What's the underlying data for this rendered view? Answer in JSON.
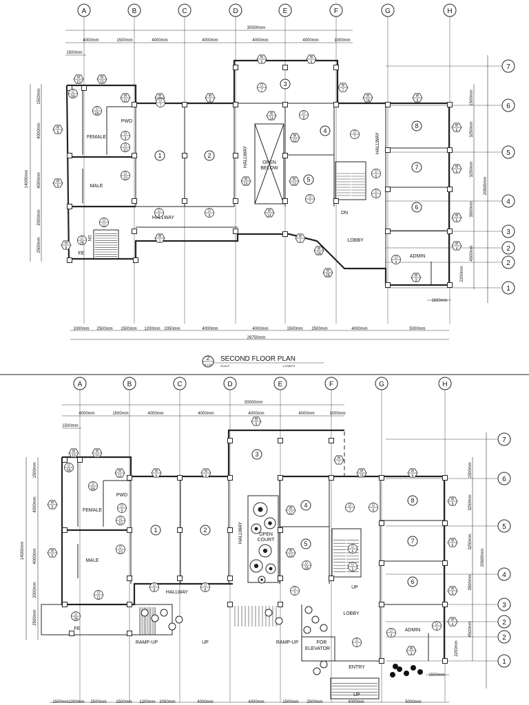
{
  "grid_columns": [
    "A",
    "B",
    "C",
    "D",
    "E",
    "F",
    "G",
    "H"
  ],
  "grid_rows": [
    "7",
    "6",
    "5",
    "4",
    "3",
    "2",
    "2",
    "1"
  ],
  "top_plan": {
    "overall_top_dimension": "30500mm",
    "top_dimensions": [
      "4000mm",
      "1500mm",
      "4000mm",
      "4000mm",
      "4000mm",
      "4000mm",
      "1000mm"
    ],
    "left_offset": "1500mm",
    "bottom_overall": "29750mm",
    "bottom_dimensions": [
      "1000mm",
      "2500mm",
      "1500mm",
      "1200mm",
      "2050mm",
      "4000mm",
      "4000mm",
      "1500mm",
      "2500mm",
      "4000mm",
      "5000mm"
    ],
    "left_vertical_total": "14000mm",
    "left_vertical_dims": [
      "1500mm",
      "4000mm",
      "4000mm",
      "2000mm",
      "2500mm"
    ],
    "right_vertical_total": "20600mm",
    "right_vertical_dims": [
      "1500mm",
      "3250mm",
      "3250mm",
      "3500mm",
      "4500mm",
      "2200mm"
    ],
    "bottom_right_dim": "1500mm",
    "rooms": [
      "1",
      "2",
      "3",
      "4",
      "5",
      "6",
      "7",
      "8"
    ],
    "labels": {
      "female": "FEMALE",
      "male": "MALE",
      "pwd": "PWD",
      "hallway": "HALLWAY",
      "hallway_vertical": "HALLWAY",
      "hallway_right": "HALLWAY",
      "open_below_1": "OPEN",
      "open_below_2": "BELOW",
      "lobby": "LOBBY",
      "admin": "ADMIN",
      "dn": "DN",
      "dn_stair": "DN",
      "fe": "FE"
    },
    "title_number": "2",
    "title_sheet": "A-102",
    "title": "SECOND FLOOR PLAN",
    "scale_label": "SCALE",
    "scale_value": "1:100MTS"
  },
  "bottom_plan": {
    "overall_top_dimension": "30500mm",
    "top_dimensions": [
      "4000mm",
      "1500mm",
      "4000mm",
      "4000mm",
      "4000mm",
      "4000mm",
      "1000mm"
    ],
    "left_offset": "1500mm",
    "left_vertical_total": "14000mm",
    "left_vertical_dims": [
      "1500mm",
      "4000mm",
      "4000mm",
      "2000mm",
      "2500mm"
    ],
    "right_vertical_total": "20600mm",
    "right_vertical_dims": [
      "1500mm",
      "3250mm",
      "3250mm",
      "3500mm",
      "4500mm",
      "2200mm"
    ],
    "bottom_dimensions": [
      "1500mm",
      "1000mm",
      "2500mm",
      "1500mm",
      "1200mm",
      "2050mm",
      "4000mm",
      "4000mm",
      "1500mm",
      "2500mm",
      "4000mm",
      "5000mm"
    ],
    "bottom_right_dim": "1500mm",
    "rooms": [
      "1",
      "2",
      "3",
      "4",
      "5",
      "6",
      "7",
      "8"
    ],
    "labels": {
      "female": "FEMALE",
      "male": "MALE",
      "pwd": "PWD",
      "hallway": "HALLWAY",
      "hallway_vertical": "HALLWAY",
      "open_court_1": "OPEN",
      "open_court_2": "COURT",
      "lobby": "LOBBY",
      "admin": "ADMIN",
      "up_stair": "UP",
      "up_center": "UP",
      "up_entry": "UP",
      "ramp_left": "RAMP-UP",
      "ramp_right": "RAMP-UP",
      "for_elevator_1": "FOR",
      "for_elevator_2": "ELEVATOR",
      "entry": "ENTRY",
      "fe": "FE"
    }
  },
  "tags_top": [
    {
      "k": "W",
      "v": "10"
    },
    {
      "k": "W",
      "v": "10"
    },
    {
      "k": "D",
      "v": "9A"
    },
    {
      "k": "W",
      "v": "11"
    },
    {
      "k": "W",
      "v": "6"
    },
    {
      "k": "W",
      "v": "6"
    },
    {
      "k": "W",
      "v": "6"
    },
    {
      "k": "W",
      "v": "6"
    },
    {
      "k": "D",
      "v": "7"
    },
    {
      "k": "W",
      "v": "7"
    },
    {
      "k": "W",
      "v": "7A"
    },
    {
      "k": "W",
      "v": "6"
    },
    {
      "k": "D",
      "v": "8A"
    },
    {
      "k": "D",
      "v": "9"
    },
    {
      "k": "D",
      "v": "10"
    },
    {
      "k": "W",
      "v": "9"
    },
    {
      "k": "W",
      "v": "9"
    },
    {
      "k": "D",
      "v": "10"
    },
    {
      "k": "W",
      "v": "14"
    },
    {
      "k": "D",
      "v": "8"
    },
    {
      "k": "W",
      "v": "12"
    },
    {
      "k": "D",
      "v": "7"
    },
    {
      "k": "D",
      "v": "7"
    },
    {
      "k": "W",
      "v": "15"
    },
    {
      "k": "W",
      "v": "13"
    },
    {
      "k": "D",
      "v": "6"
    },
    {
      "k": "D",
      "v": "5"
    },
    {
      "k": "W",
      "v": "6"
    },
    {
      "k": "W",
      "v": "6"
    },
    {
      "k": "W",
      "v": "5"
    },
    {
      "k": "W",
      "v": "4"
    },
    {
      "k": "D",
      "v": "8"
    },
    {
      "k": "D",
      "v": "8"
    },
    {
      "k": "W",
      "v": "14"
    },
    {
      "k": "D",
      "v": "7"
    },
    {
      "k": "D",
      "v": "11"
    },
    {
      "k": "D",
      "v": "2B"
    },
    {
      "k": "W",
      "v": "8"
    },
    {
      "k": "W",
      "v": "1"
    },
    {
      "k": "W",
      "v": "2"
    },
    {
      "k": "W",
      "v": "2A"
    },
    {
      "k": "W",
      "v": "2B"
    },
    {
      "k": "D",
      "v": "4"
    },
    {
      "k": "W",
      "v": "3"
    }
  ],
  "tags_bottom": [
    {
      "k": "W",
      "v": "10"
    },
    {
      "k": "W",
      "v": "10"
    },
    {
      "k": "D",
      "v": "9A"
    },
    {
      "k": "W",
      "v": "11"
    },
    {
      "k": "W",
      "v": "6"
    },
    {
      "k": "W",
      "v": "6"
    },
    {
      "k": "W",
      "v": "6"
    },
    {
      "k": "W",
      "v": "7"
    },
    {
      "k": "W",
      "v": "7A"
    },
    {
      "k": "W",
      "v": "6"
    },
    {
      "k": "D",
      "v": "8A"
    },
    {
      "k": "D",
      "v": "9"
    },
    {
      "k": "D",
      "v": "10"
    },
    {
      "k": "W",
      "v": "9"
    },
    {
      "k": "W",
      "v": "9"
    },
    {
      "k": "D",
      "v": "10"
    },
    {
      "k": "W",
      "v": "12"
    },
    {
      "k": "D",
      "v": "7"
    },
    {
      "k": "D",
      "v": "6"
    },
    {
      "k": "W",
      "v": "13"
    },
    {
      "k": "D",
      "v": "6"
    },
    {
      "k": "D",
      "v": "5"
    },
    {
      "k": "D",
      "v": "2A"
    },
    {
      "k": "D",
      "v": "2"
    },
    {
      "k": "W",
      "v": "8"
    },
    {
      "k": "W",
      "v": "6"
    },
    {
      "k": "W",
      "v": "5"
    },
    {
      "k": "W",
      "v": "4"
    },
    {
      "k": "D",
      "v": "8"
    },
    {
      "k": "D",
      "v": "8"
    },
    {
      "k": "D",
      "v": "11"
    },
    {
      "k": "D",
      "v": "2B"
    },
    {
      "k": "D",
      "v": "4"
    },
    {
      "k": "D",
      "v": "3"
    },
    {
      "k": "W",
      "v": "3"
    },
    {
      "k": "D",
      "v": "1"
    }
  ]
}
